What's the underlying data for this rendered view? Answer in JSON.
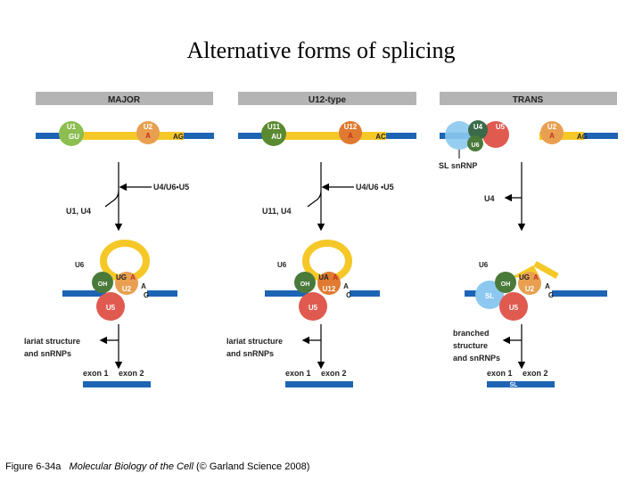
{
  "title": "Alternative forms of splicing",
  "caption": {
    "figure": "Figure 6-34a",
    "book": "Molecular Biology of the Cell",
    "credit": "(© Garland Science 2008)"
  },
  "panels": {
    "major": {
      "header": "MAJOR",
      "u1": "U1",
      "gu": "GU",
      "u2": "U2",
      "a": "A",
      "ag": "AG",
      "step_in": "U4/U6•U5",
      "step_out": "U1, U4",
      "u6": "U6",
      "ug": "UG",
      "a2": "A",
      "oh": "OH",
      "u2b": "U2",
      "a3": "A",
      "g": "G",
      "u5": "U5",
      "result": [
        "lariat structure",
        "and snRNPs"
      ],
      "exon1": "exon 1",
      "exon2": "exon 2"
    },
    "u12": {
      "header": "U12-type",
      "u11": "U11",
      "au": "AU",
      "u12": "U12",
      "a": "A",
      "ac": "AC",
      "step_in": "U4/U6 •U5",
      "step_out": "U11, U4",
      "u6": "U6",
      "ua": "UA",
      "a2": "A",
      "oh": "OH",
      "u12b": "U12",
      "a3": "A",
      "c": "C",
      "u5": "U5",
      "result": [
        "lariat structure",
        "and snRNPs"
      ],
      "exon1": "exon 1",
      "exon2": "exon 2"
    },
    "trans": {
      "header": "TRANS",
      "u4": "U4",
      "u5": "U5",
      "u6": "U6",
      "u2": "U2",
      "a": "A",
      "ag": "AG",
      "sl_snrnp": "SL snRNP",
      "step": "U4",
      "u6b": "U6",
      "ug": "UG",
      "a2": "A",
      "oh": "OH",
      "sl": "SL",
      "u2b": "U2",
      "a3": "A",
      "g": "G",
      "u5b": "U5",
      "result": [
        "branched",
        "structure",
        "and snRNPs"
      ],
      "exon1": "exon 1",
      "exon2": "exon 2",
      "sl_bar": "SL"
    }
  },
  "colors": {
    "header_bg": "#b4b4b4",
    "rna_blue": "#1e64b4",
    "intron_yellow": "#f5c828",
    "u1_green": "#8cbe50",
    "u2_orange": "#e8a050",
    "u5_red": "#e05a50",
    "u6_darkgreen": "#4a7a3a",
    "sl_lightblue": "#8cc8f0",
    "u11_darkgreen": "#5a8a30",
    "u12_orange": "#e07a30",
    "u4_darkgreen": "#3a6a4a"
  }
}
